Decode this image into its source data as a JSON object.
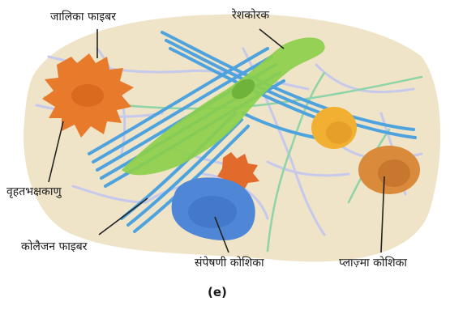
{
  "figure": {
    "caption": "(e)",
    "labels": {
      "reticular_fiber": "जालिका फाइबर",
      "fibroblast": "रेशकोरक",
      "macrophage": "वृहतभक्षकाणु",
      "collagen_fiber": "कोलैजन फाइबर",
      "mast_cell": "संपेषणी कोशिका",
      "plasma_cell": "प्लाज़्मा कोशिका"
    }
  }
}
